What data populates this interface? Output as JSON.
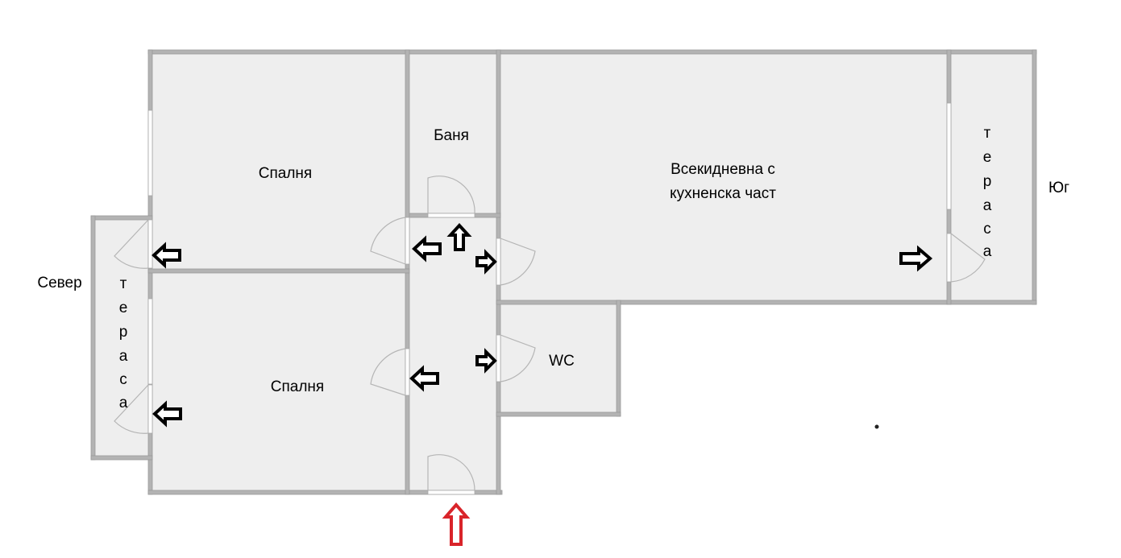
{
  "rooms": {
    "bedroom_top": "Спалня",
    "bedroom_bottom": "Спалня",
    "bathroom": "Баня",
    "living_line1": "Всекидневна с",
    "living_line2": "кухненска част",
    "wc": "WC"
  },
  "terraces": {
    "left": [
      "т",
      "е",
      "р",
      "а",
      "с",
      "а"
    ],
    "right": [
      "т",
      "е",
      "р",
      "а",
      "с",
      "а"
    ]
  },
  "directions": {
    "north": "Север",
    "south": "Юг"
  },
  "colors": {
    "wall": "#b3b3b3",
    "wall_edge": "#9e9e9e",
    "floor": "#eeeeee",
    "arrow_black": "#000000",
    "arrow_red": "#d9242a",
    "window": "#ffffff"
  }
}
